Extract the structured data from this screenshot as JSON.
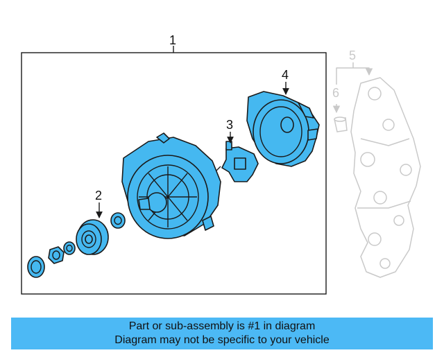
{
  "callouts": {
    "c1": "1",
    "c2": "2",
    "c3": "3",
    "c4": "4",
    "c5": "5",
    "c6": "6"
  },
  "banner": {
    "line1": "Part or sub-assembly is #1 in diagram",
    "line2": "Diagram may not be specific to your vehicle"
  },
  "colors": {
    "highlight": "#45b8f0",
    "banner_bg": "#4cb9f5",
    "ghost": "#c9c9c9"
  }
}
